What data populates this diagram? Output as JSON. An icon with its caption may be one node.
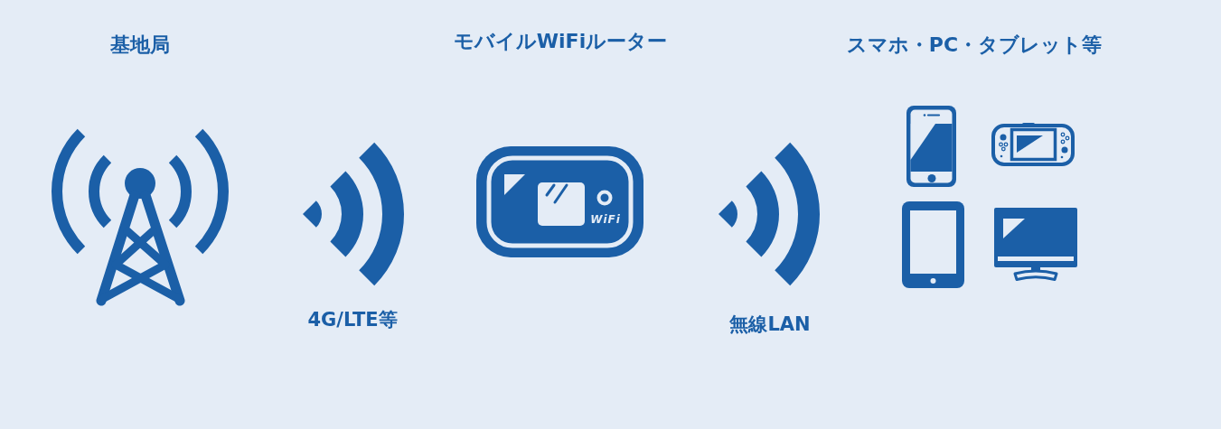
{
  "diagram": {
    "nodes": [
      {
        "text": [
          "基地局"
        ]
      },
      {
        "text": [
          "モバイルWiFiルーター",
          "WiFi"
        ]
      },
      {
        "text": [
          "スマホ・PC・タブレット等"
        ]
      }
    ],
    "labels": [
      "4G/LTE等",
      "無線LAN"
    ]
  }
}
